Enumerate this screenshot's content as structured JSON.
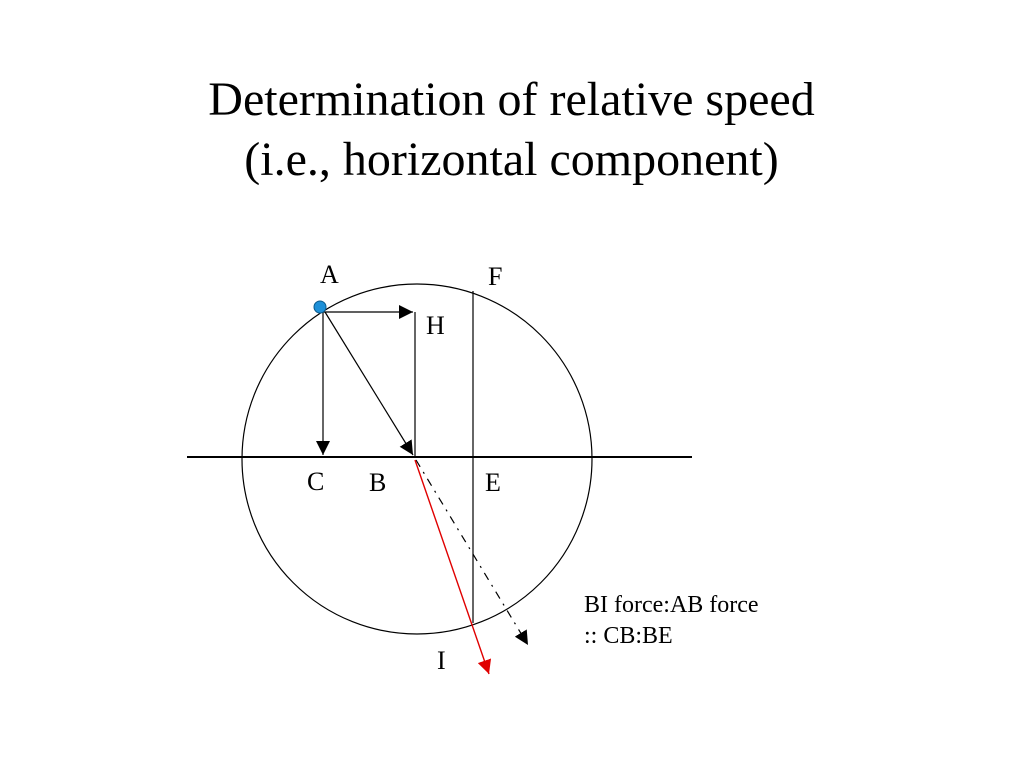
{
  "slide": {
    "title_line1": "Determination of relative speed",
    "title_line2": "(i.e., horizontal component)"
  },
  "diagram": {
    "point_labels": {
      "A": "A",
      "F": "F",
      "H": "H",
      "C": "C",
      "B": "B",
      "E": "E",
      "I": "I"
    },
    "caption_line1": "BI force:AB force",
    "caption_line2": ":: CB:BE",
    "colors": {
      "line": "#000000",
      "refracted_ray": "#e00000",
      "point_a": "#1e90d8"
    }
  }
}
